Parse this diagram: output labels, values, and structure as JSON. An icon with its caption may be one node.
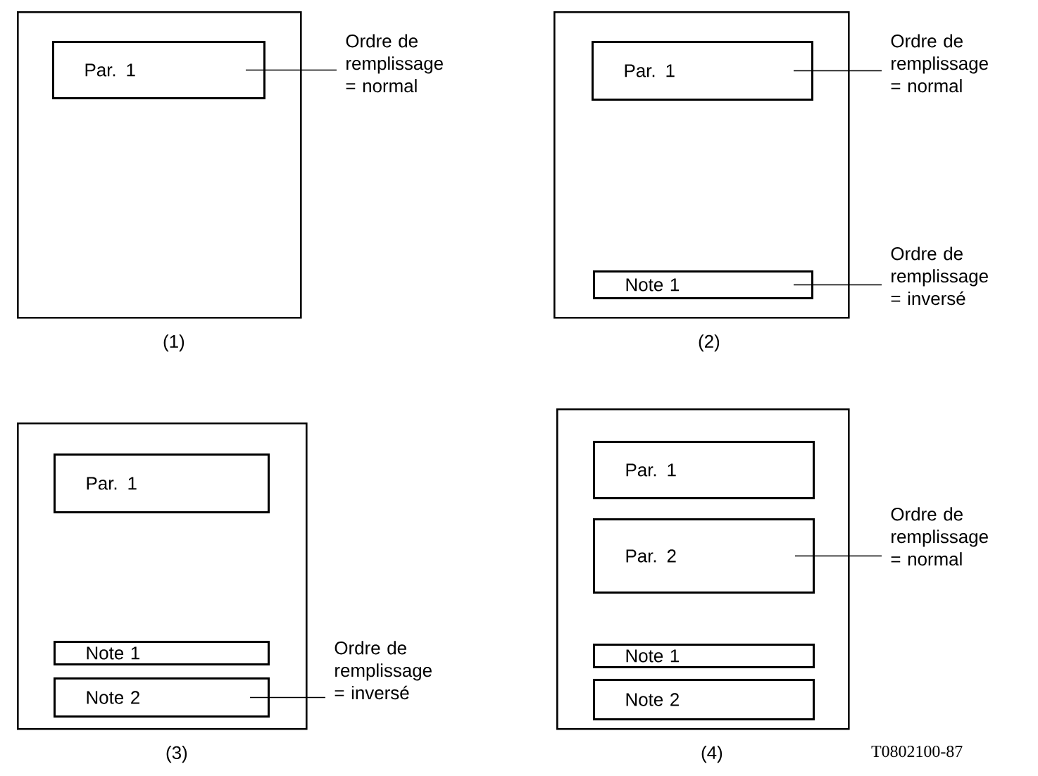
{
  "diagram": {
    "nodes": [
      {
        "text": [],
        "shape": "box"
      },
      {
        "text": [
          "Par. 1"
        ],
        "in": 0
      },
      {
        "text": [
          "Ordre de remplissage = normal"
        ]
      },
      {
        "text": [],
        "shape": "box"
      },
      {
        "text": [
          "Par. 1"
        ],
        "in": 3
      },
      {
        "text": [
          "Ordre de remplissage = normal"
        ]
      },
      {
        "text": [
          "Note 1"
        ],
        "in": 3
      },
      {
        "text": [
          "Ordre de remplissage = inversé"
        ]
      },
      {
        "text": [],
        "shape": "box"
      },
      {
        "text": [
          "Par. 1"
        ],
        "in": 8
      },
      {
        "text": [
          "Note 1"
        ],
        "in": 8
      },
      {
        "text": [
          "Note 2"
        ],
        "in": 8
      },
      {
        "text": [
          "Ordre de remplissage = inversé"
        ]
      },
      {
        "text": [],
        "shape": "box"
      },
      {
        "text": [
          "Par. 1"
        ],
        "in": 13
      },
      {
        "text": [
          "Par. 2"
        ],
        "in": 13
      },
      {
        "text": [
          "Note 1"
        ],
        "in": 13
      },
      {
        "text": [
          "Note 2"
        ],
        "in": 13
      },
      {
        "text": [
          "Ordre de remplissage = normal"
        ]
      }
    ],
    "edges": [
      {
        "from": 2,
        "to": 1,
        "arrow": "none"
      },
      {
        "from": 5,
        "to": 4,
        "arrow": "none"
      },
      {
        "from": 7,
        "to": 6,
        "arrow": "none"
      },
      {
        "from": 12,
        "to": 11,
        "arrow": "none"
      },
      {
        "from": 18,
        "to": 15,
        "arrow": "none"
      }
    ],
    "labels": [
      "(1)",
      "(2)",
      "(3)",
      "(4)",
      "T0802100-87"
    ]
  }
}
